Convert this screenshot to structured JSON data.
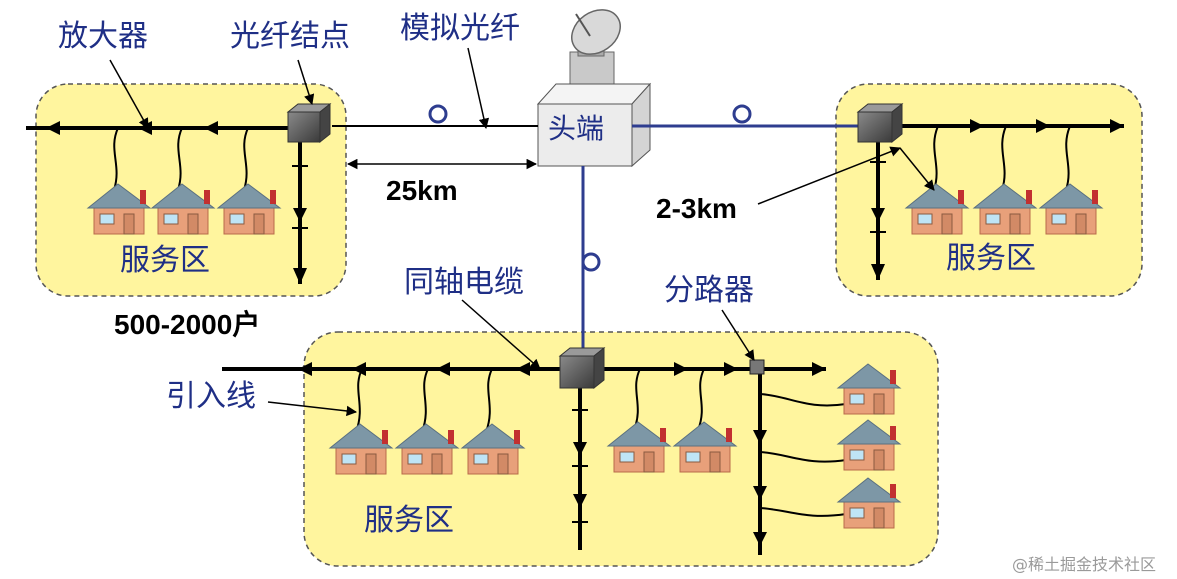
{
  "labels": {
    "amplifier": "放大器",
    "fiber_node": "光纤结点",
    "analog_fiber": "模拟光纤",
    "headend": "头端",
    "dist_25km": "25km",
    "dist_2_3km": "2-3km",
    "households": "500-2000户",
    "coax": "同轴电缆",
    "splitter": "分路器",
    "drop_line": "引入线",
    "service_area_left": "服务区",
    "service_area_right": "服务区",
    "service_area_bottom": "服务区"
  },
  "watermark": "@稀土掘金技术社区",
  "colors": {
    "area_fill": "#fff59e",
    "fiber_line": "#2e3d8f",
    "label_blue": "#1f2f86",
    "house_wall": "#e8a07a",
    "house_roof": "#7d97a6",
    "node_box": "#4d4d4d"
  }
}
